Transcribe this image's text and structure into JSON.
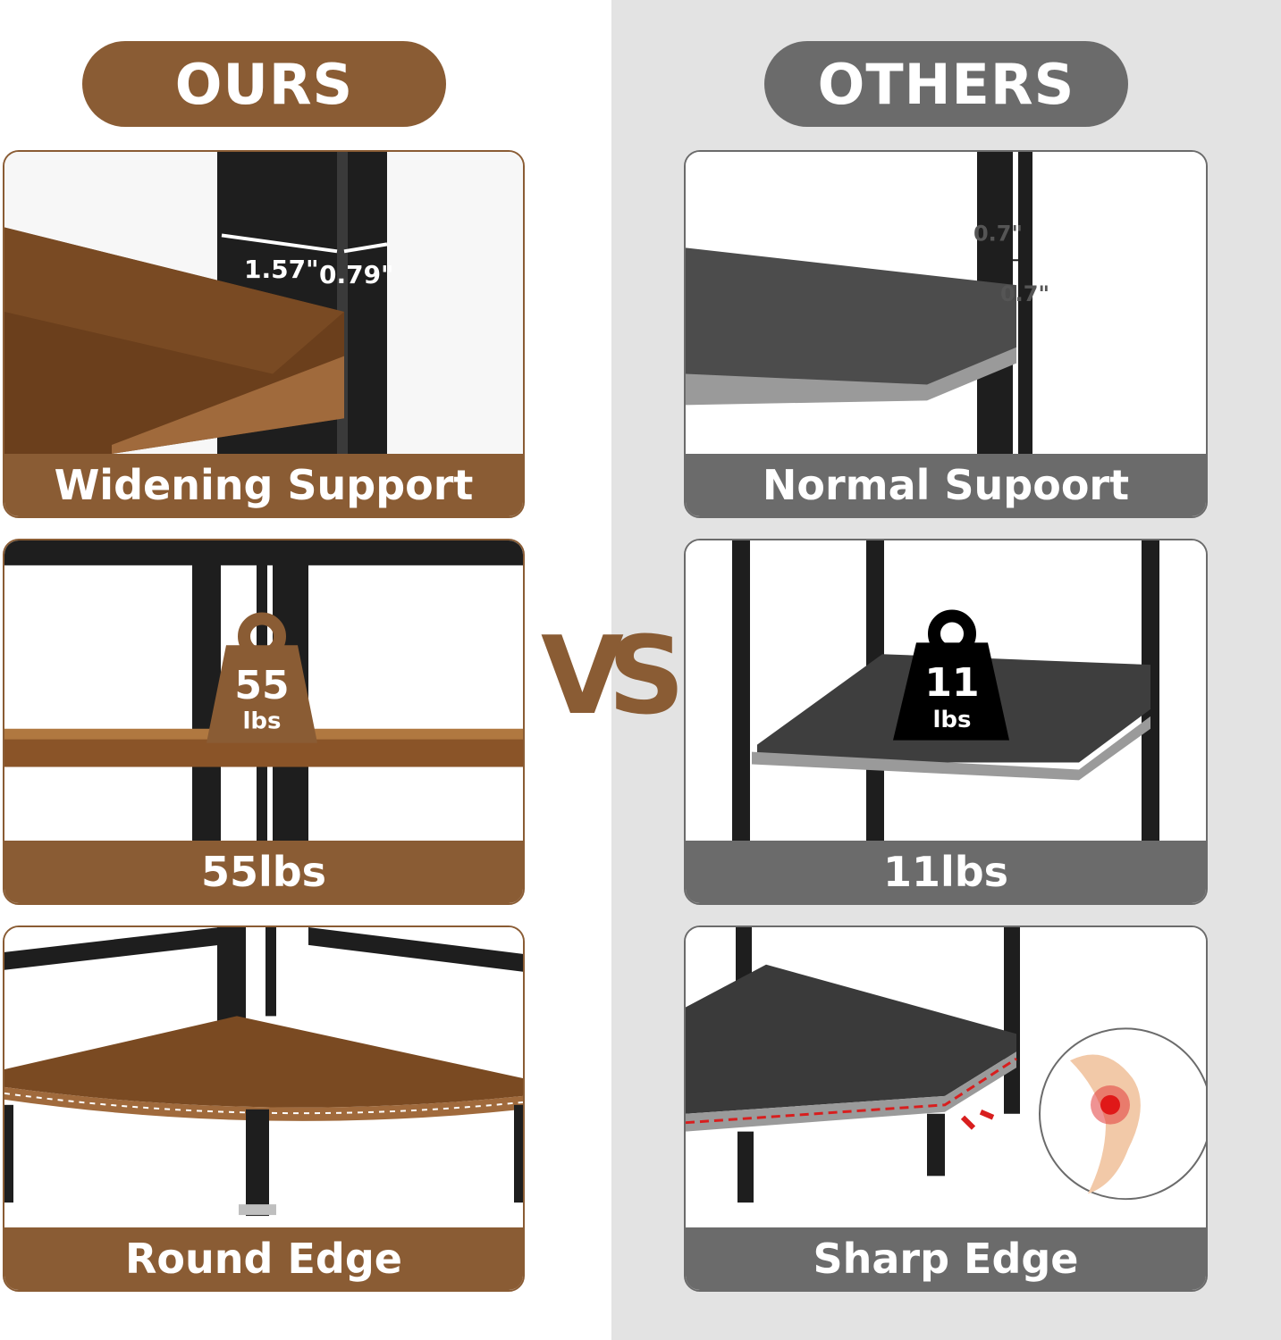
{
  "headers": {
    "ours": "OURS",
    "others": "OTHERS"
  },
  "vs": "VS",
  "ours": {
    "support": {
      "caption": "Widening Support",
      "dim_a": "1.57\"",
      "dim_b": "0.79\""
    },
    "weight": {
      "caption": "55lbs",
      "badge_value": "55",
      "badge_unit": "lbs"
    },
    "edge": {
      "caption": "Round Edge"
    }
  },
  "others": {
    "support": {
      "caption": "Normal Supoort",
      "dim_a": "0.7\"",
      "dim_b": "0.7\""
    },
    "weight": {
      "caption": "11lbs",
      "badge_value": "11",
      "badge_unit": "lbs"
    },
    "edge": {
      "caption": "Sharp Edge"
    }
  },
  "colors": {
    "ours_brown": "#8a5c34",
    "others_gray": "#6b6b6b",
    "right_bg": "#e3e3e3"
  }
}
